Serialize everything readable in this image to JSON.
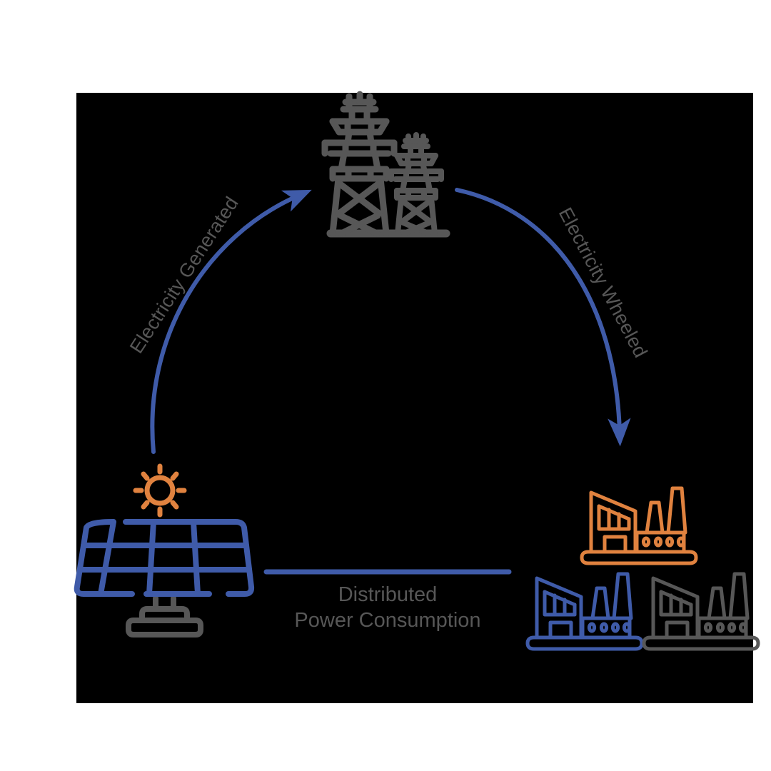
{
  "diagram": {
    "title": "Electricity wheeling cycle",
    "background_color": "#000000",
    "page_background_color": "#ffffff",
    "colors": {
      "blue": "#3f5ba9",
      "orange": "#e0823f",
      "gray": "#575757"
    },
    "nodes": [
      {
        "id": "solar-panel",
        "icon": "solar-panel-icon",
        "accent": "#3f5ba9",
        "secondary": "#e0823f",
        "tertiary": "#575757",
        "label": ""
      },
      {
        "id": "transmission-towers",
        "icon": "transmission-tower-icon",
        "accent": "#575757",
        "label": ""
      },
      {
        "id": "factory-orange",
        "icon": "factory-icon",
        "accent": "#e0823f",
        "label": ""
      },
      {
        "id": "factory-blue",
        "icon": "factory-icon",
        "accent": "#3f5ba9",
        "label": ""
      },
      {
        "id": "factory-gray",
        "icon": "factory-icon",
        "accent": "#575757",
        "label": ""
      }
    ],
    "edges": [
      {
        "id": "electricity-generated",
        "label": "Electricity Generated",
        "from": "solar-panel",
        "to": "transmission-towers",
        "color": "#3f5ba9",
        "style": "curved-arrow",
        "label_rotation_deg": -57
      },
      {
        "id": "electricity-wheeled",
        "label": "Electricity Wheeled",
        "from": "transmission-towers",
        "to": "factory-orange",
        "color": "#3f5ba9",
        "style": "curved-arrow",
        "label_rotation_deg": 62
      },
      {
        "id": "distributed-power-consumption",
        "label_line1": "Distributed",
        "label_line2": "Power Consumption",
        "from": "solar-panel",
        "to": "factory-blue",
        "color": "#3f5ba9",
        "style": "straight-line"
      }
    ]
  }
}
